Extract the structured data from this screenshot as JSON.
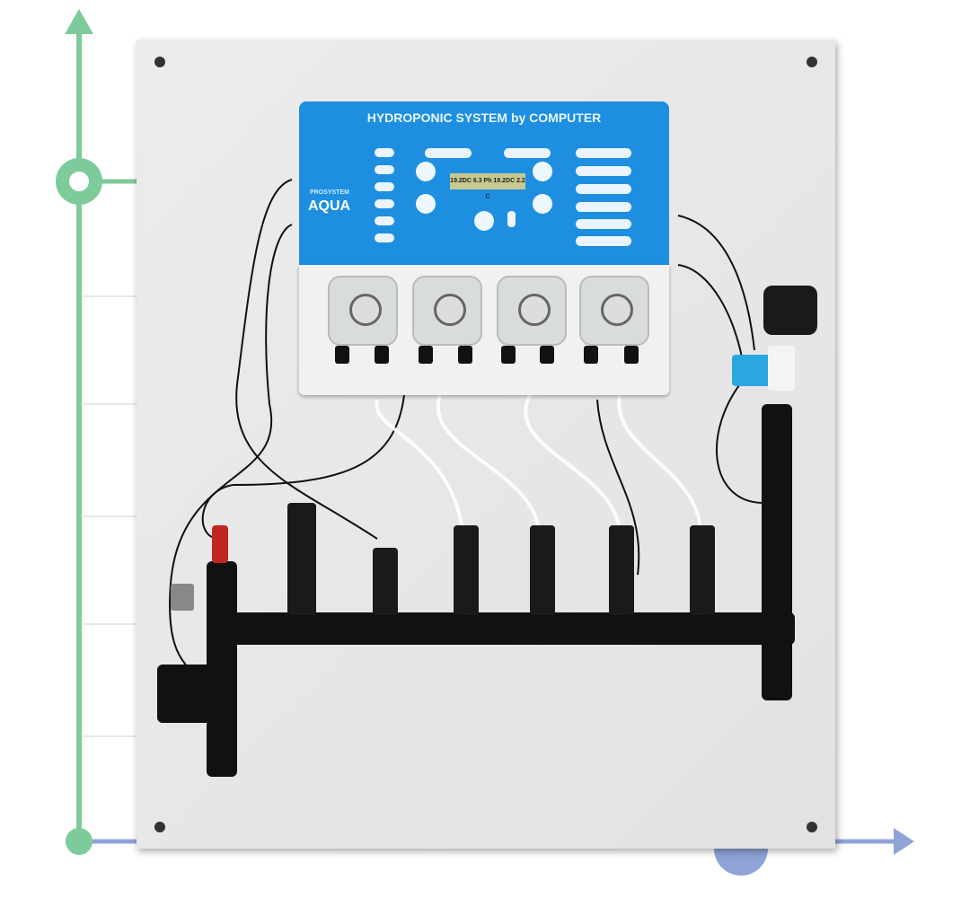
{
  "device": {
    "title": "HYDROPONIC SYSTEM by COMPUTER",
    "brand_small": "PROSYSTEM",
    "brand": "AQUA",
    "display_text": "19.2DC 6.3 Ph 19.2DC 2.2 C"
  },
  "colors": {
    "vertical_axis": "#7dcb9a",
    "horizontal_axis": "#8fa3d6",
    "controller": "#1e8fe0"
  }
}
